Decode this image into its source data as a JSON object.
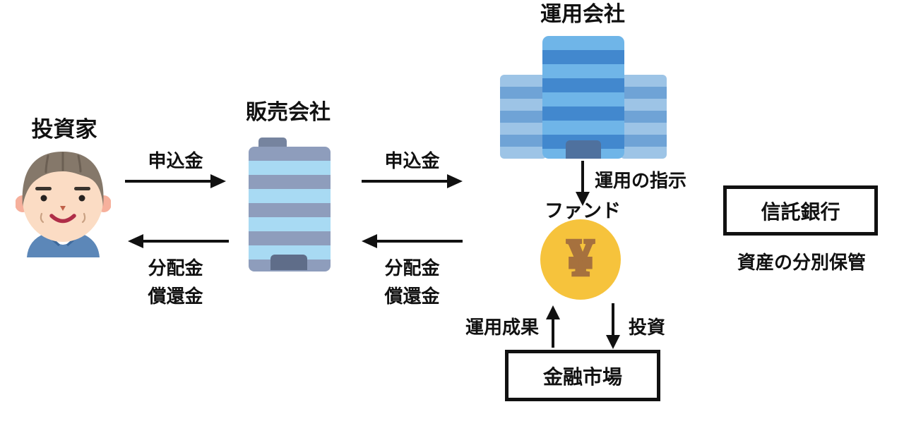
{
  "nodes": {
    "investor": {
      "label": "投資家"
    },
    "sales_company": {
      "label": "販売会社"
    },
    "management_company": {
      "label": "運用会社"
    },
    "fund": {
      "label": "ファンド",
      "coin_symbol": "¥"
    },
    "trust_bank": {
      "label": "信託銀行",
      "caption": "資産の分別保管"
    },
    "financial_market": {
      "label": "金融市場"
    }
  },
  "arrows": {
    "investor_to_sales": {
      "label": "申込金",
      "direction": "right"
    },
    "sales_to_investor": {
      "labels": [
        "分配金",
        "償還金"
      ],
      "direction": "left"
    },
    "sales_to_management": {
      "label": "申込金",
      "direction": "right"
    },
    "management_to_sales": {
      "labels": [
        "分配金",
        "償還金"
      ],
      "direction": "left"
    },
    "management_to_fund": {
      "label": "運用の指示",
      "direction": "down"
    },
    "market_to_fund": {
      "label": "運用成果",
      "direction": "up"
    },
    "fund_to_market": {
      "label": "投資",
      "direction": "down"
    }
  },
  "colors": {
    "arrow_black": "#111111",
    "box_border": "#111111",
    "coin_yellow": "#F6C33C",
    "coin_brown": "#A6713E",
    "sales_body_gray": "#8E9DBC",
    "sales_stripe_blue": "#A8DAF3",
    "mgmt_light_blue": "#6FB5E8",
    "mgmt_dark_blue": "#4288CE",
    "wing_light_blue": "#9DC4E6",
    "wing_dark_blue": "#6FA3D6",
    "shirt_blue": "#5C87B8",
    "skin": "#FBDCC4",
    "hair": "#85786A"
  }
}
